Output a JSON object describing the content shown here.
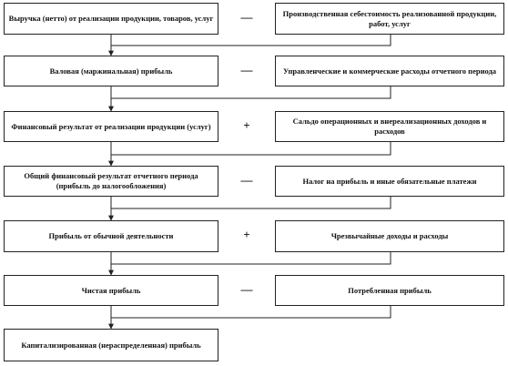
{
  "left": [
    "Выручка (нетто) от реализации продукции, товаров, услуг",
    "Валовая (маржинальная) прибыль",
    "Финансовый результат от реализации продукции (услуг)",
    "Общий финансовый результат отчетного периода (прибыль до налогообложения)",
    "Прибыль от обычной деятельности",
    "Чистая прибыль",
    "Капитализированная (нераспределенная) прибыль"
  ],
  "ops": [
    "—",
    "—",
    "+",
    "—",
    "+",
    "—"
  ],
  "right": [
    "Производственная себестоимость реализованной продукции, работ, услуг",
    "Управленческие и коммерческие расходы отчетного периода",
    "Сальдо операционных и внереализационных доходов и расходов",
    "Налог на прибыль и иные обязательные платежи",
    "Чрезвычайные доходы и расходы",
    "Потребленная прибыль"
  ]
}
